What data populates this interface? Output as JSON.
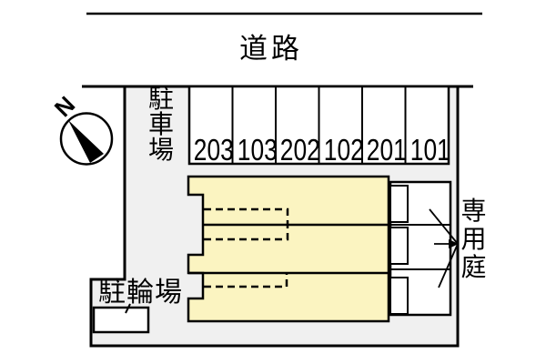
{
  "site_plan": {
    "road_label": "道路",
    "compass_north_label": "N",
    "parking_area": {
      "label": "駐車場",
      "label_chars": [
        "駐",
        "車",
        "場"
      ],
      "space_numbers": [
        "203",
        "103",
        "202",
        "102",
        "201",
        "101"
      ]
    },
    "bicycle_area": {
      "label": "駐輪場"
    },
    "private_garden": {
      "label": "専用庭",
      "label_chars": [
        "専",
        "用",
        "庭"
      ]
    },
    "colors": {
      "building_fill": "#fbf4c1",
      "site_fill": "#f0f0f0",
      "outline": "#000000"
    }
  }
}
